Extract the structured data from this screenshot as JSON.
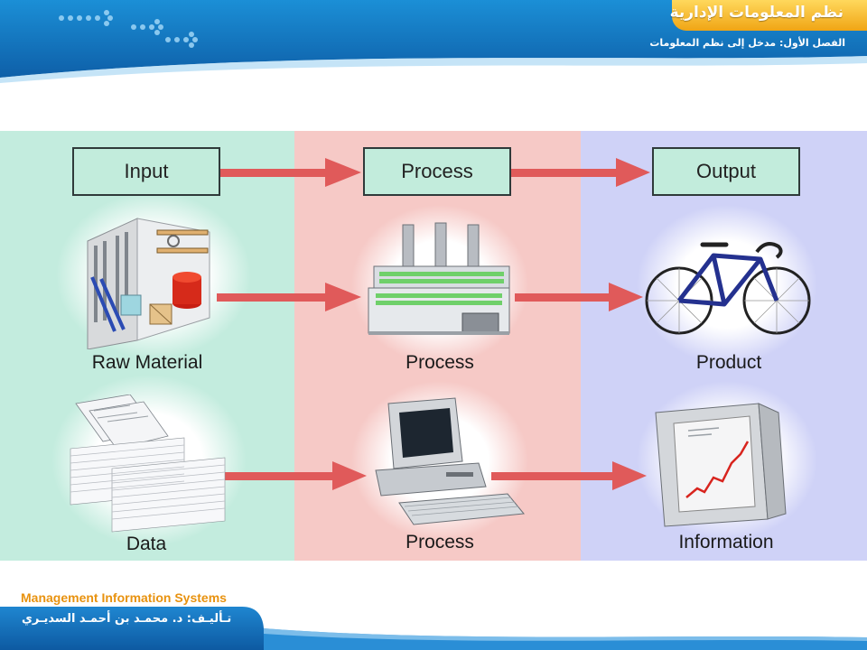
{
  "header": {
    "title": "نظم المعلومات الإدارية",
    "subtitle": "الفصل الأول: مدخل إلى نظم المعلومات"
  },
  "diagram": {
    "stages": [
      "Input",
      "Process",
      "Output"
    ],
    "rows": [
      {
        "input": "Raw Material",
        "process": "Process",
        "output": "Product"
      },
      {
        "input": "Data",
        "process": "Process",
        "output": "Information"
      }
    ]
  },
  "footer": {
    "course": "Management Information Systems",
    "author": "تـأليـف: د. محمـد بن أحمـد السديـري"
  },
  "colors": {
    "input_panel": "#c3ecde",
    "process_panel": "#f6c9c6",
    "output_panel": "#cfd2f7",
    "arrow": "#e05a5a",
    "header_blue": "#1a7ec8",
    "title_tab": "#f0a515"
  },
  "icons": [
    "dotted-arrow-icon",
    "arrow-right-icon",
    "warehouse-icon",
    "factory-icon",
    "bicycle-icon",
    "paper-stack-icon",
    "computer-icon",
    "chart-monitor-icon"
  ]
}
